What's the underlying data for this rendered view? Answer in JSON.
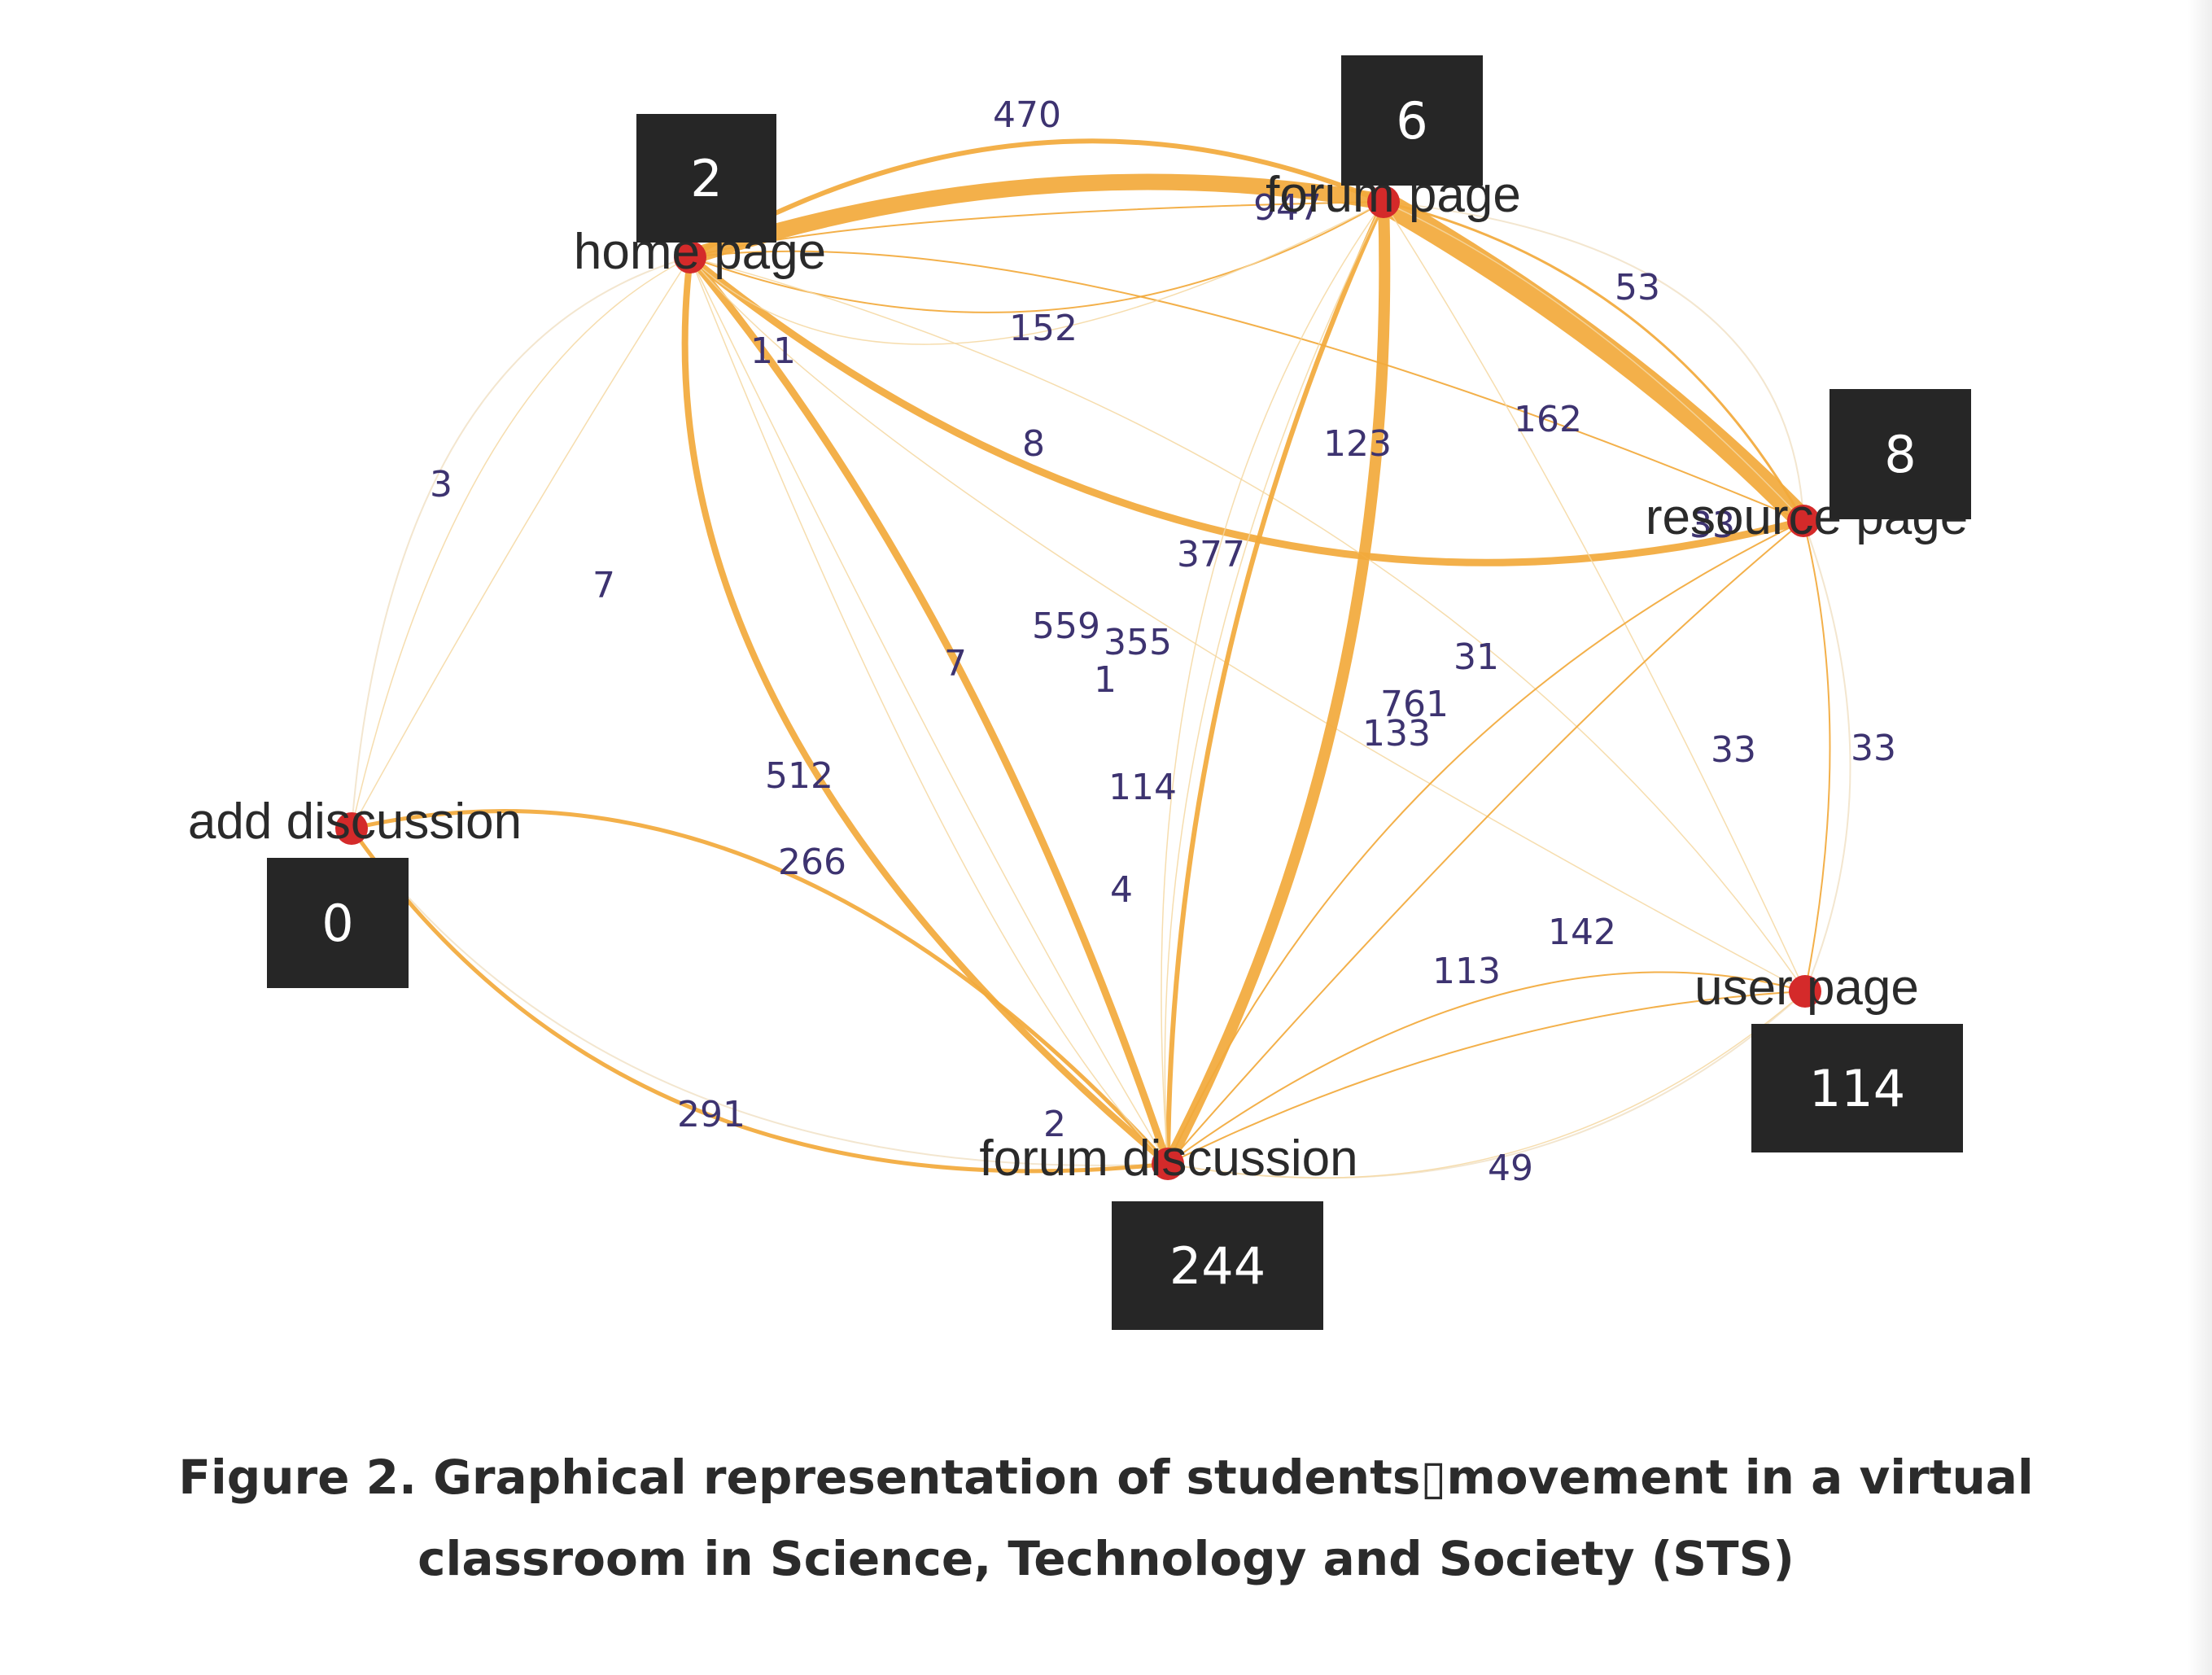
{
  "colors": {
    "edge": "#f2a93b",
    "edge_light": "#f4d7a0",
    "node": "#d42a2a",
    "box": "#262626",
    "box_text": "#ffffff",
    "edge_label": "#3d3370",
    "node_label": "#2a2a2a"
  },
  "nodes": [
    {
      "id": "home",
      "label": "home page",
      "count": "2"
    },
    {
      "id": "forum",
      "label": "forum page",
      "count": "6"
    },
    {
      "id": "resource",
      "label": "resource page",
      "count": "8"
    },
    {
      "id": "user",
      "label": "user page",
      "count": "114"
    },
    {
      "id": "fdisc",
      "label": "forum discussion",
      "count": "244"
    },
    {
      "id": "add",
      "label": "add discussion",
      "count": "0"
    }
  ],
  "edges": [
    {
      "from": "home",
      "to": "forum",
      "label": "470",
      "weight": 6
    },
    {
      "from": "home",
      "to": "forum",
      "label": "947",
      "weight": 20
    },
    {
      "from": "forum",
      "to": "resource",
      "label": "53",
      "weight": 3
    },
    {
      "from": "forum",
      "to": "resource",
      "label": "33",
      "weight": 28
    },
    {
      "from": "home",
      "to": "forum",
      "label": "152",
      "weight": 2
    },
    {
      "from": "home",
      "to": "resource",
      "label": "162",
      "weight": 2
    },
    {
      "from": "home",
      "to": "resource",
      "label": "377",
      "weight": 9
    },
    {
      "from": "home",
      "to": "fdisc",
      "label": "512",
      "weight": 8
    },
    {
      "from": "home",
      "to": "fdisc",
      "label": "559",
      "weight": 9
    },
    {
      "from": "home",
      "to": "user",
      "label": "123",
      "weight": 1.5
    },
    {
      "from": "home",
      "to": "user",
      "label": "7",
      "weight": 1.5
    },
    {
      "from": "home",
      "to": "add",
      "label": "7",
      "weight": 1
    },
    {
      "from": "home",
      "to": "add",
      "label": "3",
      "weight": 0.8
    },
    {
      "from": "forum",
      "to": "fdisc",
      "label": "355",
      "weight": 6
    },
    {
      "from": "forum",
      "to": "fdisc",
      "label": "761",
      "weight": 14
    },
    {
      "from": "forum",
      "to": "user",
      "label": "33",
      "weight": 1
    },
    {
      "from": "resource",
      "to": "user",
      "label": "33",
      "weight": 2
    },
    {
      "from": "resource",
      "to": "fdisc",
      "label": "133",
      "weight": 2
    },
    {
      "from": "resource",
      "to": "fdisc",
      "label": "31",
      "weight": 2
    },
    {
      "from": "add",
      "to": "fdisc",
      "label": "266",
      "weight": 5
    },
    {
      "from": "add",
      "to": "fdisc",
      "label": "291",
      "weight": 5
    },
    {
      "from": "user",
      "to": "fdisc",
      "label": "142",
      "weight": 2
    },
    {
      "from": "user",
      "to": "fdisc",
      "label": "113",
      "weight": 2
    },
    {
      "from": "user",
      "to": "fdisc",
      "label": "49",
      "weight": 1
    },
    {
      "from": "home",
      "to": "forum",
      "label": "11",
      "weight": 2
    },
    {
      "from": "home",
      "to": "forum",
      "label": "8",
      "weight": 1
    },
    {
      "from": "forum",
      "to": "fdisc",
      "label": "114",
      "weight": 1
    },
    {
      "from": "forum",
      "to": "fdisc",
      "label": "1",
      "weight": 1
    },
    {
      "from": "home",
      "to": "fdisc",
      "label": "4",
      "weight": 1
    },
    {
      "from": "home",
      "to": "fdisc",
      "label": "2",
      "weight": 1
    },
    {
      "from": "forum",
      "to": "resource",
      "label": "33",
      "weight": 1
    }
  ],
  "caption": {
    "line1": "Figure 2.  Graphical representation of students\u0000movement in a virtual",
    "line2": "classroom in Science, Technology and Society (STS)"
  }
}
